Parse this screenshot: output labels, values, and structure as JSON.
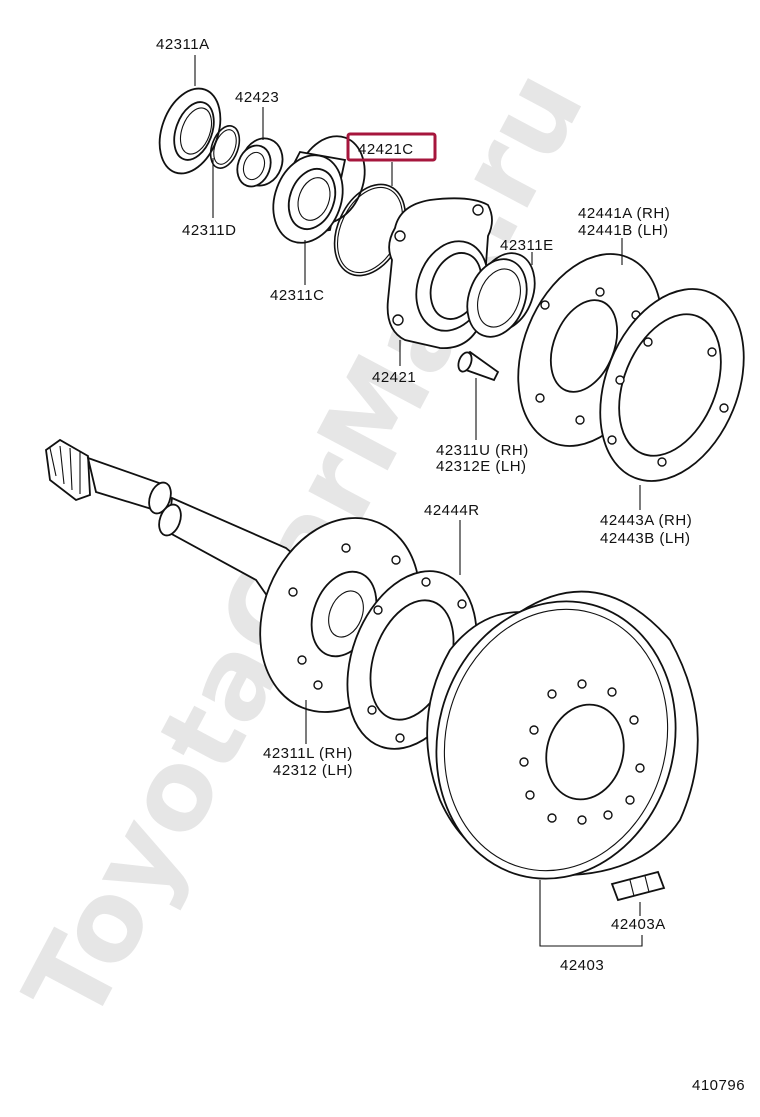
{
  "watermark": "ToyotaCarMax.ru",
  "diagram_code": "410796",
  "highlight_color": "#a6163c",
  "labels": {
    "p42311A": "42311A",
    "p42423": "42423",
    "p42421C": "42421C",
    "p42311D": "42311D",
    "p42311C": "42311C",
    "p42421": "42421",
    "p42311E": "42311E",
    "p42441A": "42441A (RH)",
    "p42441B": "42441B (LH)",
    "p42311U": "42311U (RH)",
    "p42312E": "42312E (LH)",
    "p42443A": "42443A (RH)",
    "p42443B": "42443B (LH)",
    "p42444R": "42444R",
    "p42311L": "42311L (RH)",
    "p42312": "42312 (LH)",
    "p42403A": "42403A",
    "p42403": "42403"
  }
}
